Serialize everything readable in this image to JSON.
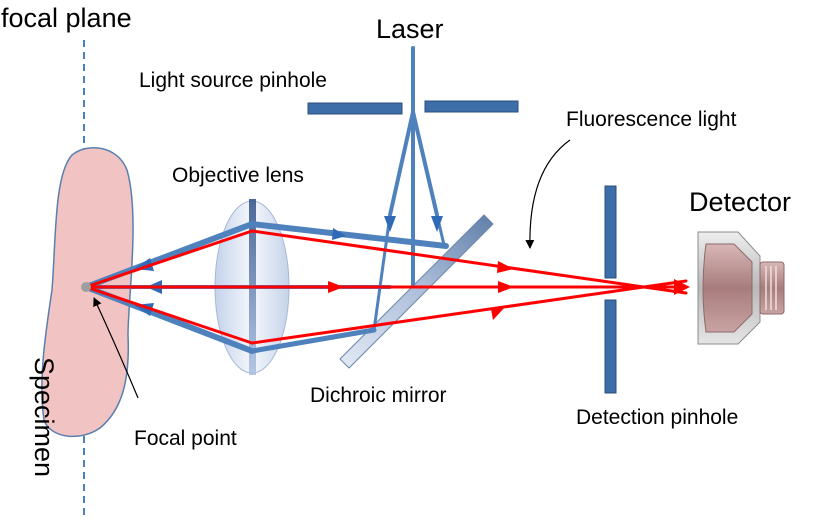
{
  "labels": {
    "focal_plane": "focal plane",
    "laser": "Laser",
    "light_source_pinhole": "Light source pinhole",
    "fluorescence_light": "Fluorescence light",
    "objective_lens": "Objective lens",
    "detector": "Detector",
    "specimen": "Specimen",
    "dichroic_mirror": "Dichroic mirror",
    "detection_pinhole": "Detection pinhole",
    "focal_point": "Focal point"
  },
  "colors": {
    "laser_beam": "#4f81bd",
    "laser_beam_dark": "#2f6ab6",
    "fluorescence_beam": "#ff0000",
    "pinhole": "#3d6ea8",
    "pinhole_edge": "#2a4f7d",
    "specimen_fill": "#f2c3c3",
    "specimen_edge": "#5a7faf",
    "focal_plane_line": "#4a7fc0",
    "detector_body": "#b88a8a"
  }
}
